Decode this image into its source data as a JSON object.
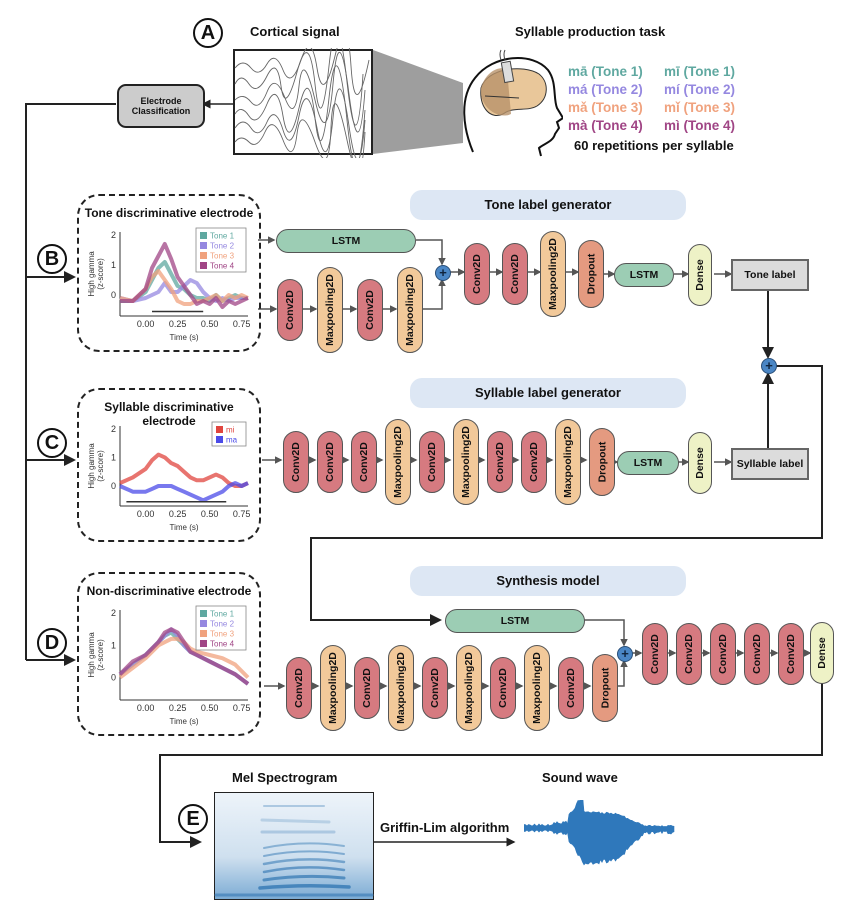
{
  "panels": {
    "a": {
      "letter": "A",
      "cortical_title": "Cortical signal",
      "task_title": "Syllable production task",
      "electrode_box": [
        "Electrode",
        "Classification"
      ],
      "repetitions": "60 repetitions per syllable"
    },
    "b": {
      "letter": "B"
    },
    "c": {
      "letter": "C"
    },
    "d": {
      "letter": "D"
    },
    "e": {
      "letter": "E",
      "mel_title": "Mel Spectrogram",
      "wave_title": "Sound wave",
      "algorithm": "Griffin-Lim algorithm"
    }
  },
  "syllables": {
    "ma": [
      "mā (Tone 1)",
      "má (Tone 2)",
      "mǎ (Tone 3)",
      "mà (Tone 4)"
    ],
    "mi": [
      "mī (Tone 1)",
      "mí (Tone 2)",
      "mǐ (Tone 3)",
      "mì (Tone 4)"
    ]
  },
  "colors": {
    "tone1": "#5fa8a0",
    "tone2": "#9588e0",
    "tone3": "#f0a27e",
    "tone4": "#a04585",
    "mi": "#e0453f",
    "ma": "#4b4be8",
    "conv": "#d67a80",
    "pool": "#f2c99a",
    "dropout": "#e49a80",
    "dense": "#eef2c6",
    "lstm": "#9ccdb4",
    "generator_bg": "#dde7f4"
  },
  "tone_generator": {
    "title": "Tone label generator",
    "branch_lstm": "LSTM",
    "branch_cnn": [
      "Conv2D",
      "Maxpooling2D",
      "Conv2D",
      "Maxpooling2D"
    ],
    "after_merge": [
      "Conv2D",
      "Conv2D",
      "Maxpooling2D",
      "Dropout"
    ],
    "lstm": "LSTM",
    "dense": "Dense",
    "output": "Tone label"
  },
  "syllable_generator": {
    "title": "Syllable label generator",
    "layers": [
      "Conv2D",
      "Conv2D",
      "Conv2D",
      "Maxpooling2D",
      "Conv2D",
      "Maxpooling2D",
      "Conv2D",
      "Conv2D",
      "Maxpooling2D",
      "Dropout"
    ],
    "lstm": "LSTM",
    "dense": "Dense",
    "output": "Syllable label"
  },
  "synthesis_model": {
    "title": "Synthesis model",
    "branch_lstm": "LSTM",
    "layers": [
      "Conv2D",
      "Maxpooling2D",
      "Conv2D",
      "Maxpooling2D",
      "Conv2D",
      "Maxpooling2D",
      "Conv2D",
      "Maxpooling2D",
      "Conv2D",
      "Dropout"
    ],
    "after_merge": [
      "Conv2D",
      "Conv2D",
      "Conv2D",
      "Conv2D",
      "Conv2D"
    ],
    "dense": "Dense"
  },
  "chart_data": [
    {
      "type": "line",
      "title": "Tone discriminative electrode",
      "xlabel": "Time (s)",
      "ylabel": "High gamma (z-score)",
      "xlim": [
        -0.2,
        0.8
      ],
      "ylim": [
        -0.7,
        2.1
      ],
      "xticks": [
        "0.00",
        "0.25",
        "0.50",
        "0.75"
      ],
      "yticks": [
        "0",
        "1",
        "2"
      ],
      "legend": "top-right",
      "x": [
        -0.2,
        -0.1,
        0.0,
        0.05,
        0.1,
        0.15,
        0.2,
        0.25,
        0.3,
        0.35,
        0.4,
        0.45,
        0.5,
        0.55,
        0.6,
        0.65,
        0.7,
        0.75,
        0.8
      ],
      "series": [
        {
          "name": "Tone 1",
          "values": [
            -0.2,
            -0.2,
            0.1,
            0.5,
            0.9,
            1.1,
            0.7,
            0.3,
            0.2,
            0.0,
            -0.1,
            -0.1,
            -0.2,
            0.0,
            -0.2,
            -0.1,
            0.0,
            -0.1,
            -0.1
          ]
        },
        {
          "name": "Tone 2",
          "values": [
            -0.1,
            -0.2,
            -0.1,
            0.0,
            0.1,
            0.4,
            0.1,
            0.1,
            0.3,
            0.5,
            0.4,
            0.1,
            -0.1,
            -0.2,
            -0.1,
            -0.2,
            -0.1,
            -0.1,
            -0.1
          ]
        },
        {
          "name": "Tone 3",
          "values": [
            -0.1,
            -0.2,
            0.2,
            0.6,
            0.8,
            0.5,
            0.2,
            -0.2,
            -0.3,
            -0.3,
            -0.2,
            -0.2,
            -0.1,
            0.0,
            -0.2,
            0.0,
            -0.1,
            0.0,
            -0.1
          ]
        },
        {
          "name": "Tone 4",
          "values": [
            -0.2,
            -0.2,
            0.2,
            0.9,
            1.3,
            1.7,
            1.2,
            0.6,
            0.3,
            0.0,
            -0.3,
            -0.2,
            -0.3,
            -0.1,
            -0.4,
            -0.2,
            -0.3,
            -0.2,
            -0.1
          ]
        }
      ],
      "significance_bar": [
        0.05,
        0.45
      ]
    },
    {
      "type": "line",
      "title": "Syllable discriminative electrode",
      "xlabel": "Time (s)",
      "ylabel": "High gamma (z-score)",
      "xlim": [
        -0.2,
        0.8
      ],
      "ylim": [
        -0.7,
        2.1
      ],
      "xticks": [
        "0.00",
        "0.25",
        "0.50",
        "0.75"
      ],
      "yticks": [
        "0",
        "1",
        "2"
      ],
      "legend": "top-right",
      "x": [
        -0.2,
        -0.1,
        0.0,
        0.05,
        0.1,
        0.15,
        0.2,
        0.25,
        0.3,
        0.35,
        0.4,
        0.45,
        0.5,
        0.55,
        0.6,
        0.65,
        0.7,
        0.75,
        0.8
      ],
      "series": [
        {
          "name": "mi",
          "values": [
            0.1,
            0.3,
            0.6,
            0.9,
            1.1,
            1.0,
            0.8,
            0.7,
            0.5,
            0.3,
            0.2,
            0.2,
            0.3,
            0.4,
            0.3,
            0.1,
            0.0,
            0.0,
            0.1
          ]
        },
        {
          "name": "ma",
          "values": [
            0.0,
            -0.2,
            -0.2,
            -0.1,
            0.0,
            0.0,
            0.0,
            -0.1,
            -0.2,
            -0.3,
            -0.4,
            -0.5,
            -0.4,
            -0.3,
            -0.2,
            0.0,
            0.1,
            0.0,
            0.1
          ]
        }
      ],
      "significance_bar": [
        -0.15,
        0.63
      ]
    },
    {
      "type": "line",
      "title": "Non-discriminative electrode",
      "xlabel": "Time (s)",
      "ylabel": "High gamma (z-score)",
      "xlim": [
        -0.2,
        0.8
      ],
      "ylim": [
        -0.7,
        2.1
      ],
      "xticks": [
        "0.00",
        "0.25",
        "0.50",
        "0.75"
      ],
      "yticks": [
        "0",
        "1",
        "2"
      ],
      "legend": "top-right",
      "x": [
        -0.2,
        -0.1,
        0.0,
        0.1,
        0.15,
        0.2,
        0.25,
        0.3,
        0.35,
        0.4,
        0.5,
        0.6,
        0.7,
        0.8
      ],
      "series": [
        {
          "name": "Tone 1",
          "values": [
            0.1,
            0.4,
            0.7,
            1.1,
            1.3,
            1.4,
            1.2,
            1.0,
            0.8,
            0.7,
            0.5,
            0.3,
            0.1,
            -0.2
          ]
        },
        {
          "name": "Tone 2",
          "values": [
            0.1,
            0.4,
            0.7,
            1.1,
            1.3,
            1.5,
            1.3,
            1.0,
            0.8,
            0.7,
            0.5,
            0.3,
            0.1,
            -0.2
          ]
        },
        {
          "name": "Tone 3",
          "values": [
            0.0,
            0.3,
            0.6,
            1.0,
            1.1,
            1.2,
            1.2,
            1.1,
            0.9,
            0.8,
            0.7,
            0.6,
            0.4,
            0.0
          ]
        },
        {
          "name": "Tone 4",
          "values": [
            0.1,
            0.5,
            0.7,
            1.1,
            1.4,
            1.5,
            1.4,
            1.1,
            0.8,
            0.7,
            0.5,
            0.3,
            0.1,
            -0.2
          ]
        }
      ]
    }
  ]
}
